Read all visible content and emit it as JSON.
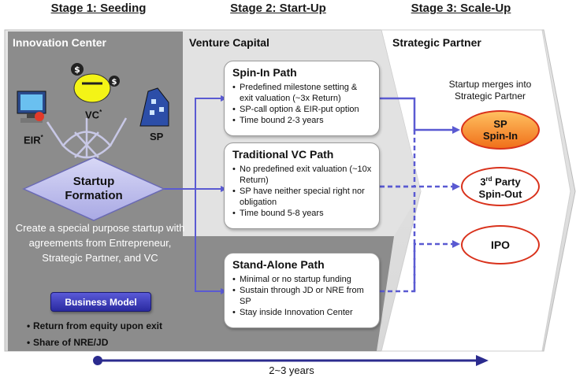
{
  "stages": [
    {
      "title": "Stage 1: Seeding"
    },
    {
      "title": "Stage 2: Start-Up"
    },
    {
      "title": "Stage 3: Scale-Up"
    }
  ],
  "regions": {
    "innovation_center": "Innovation Center",
    "venture_capital": "Venture Capital",
    "strategic_partner": "Strategic Partner"
  },
  "seeding": {
    "icons": {
      "eir": {
        "label": "EIR",
        "sup": "*",
        "icon": "computer-worker-icon"
      },
      "vc": {
        "label": "VC",
        "sup": "*",
        "icon": "money-bag-investor-icon"
      },
      "sp": {
        "label": "SP",
        "icon": "corporate-building-icon"
      }
    },
    "formation": {
      "line1": "Startup",
      "line2": "Formation"
    },
    "description": "Create a special purpose startup with agreements from Entrepreneur, Strategic Partner, and VC",
    "business_model_label": "Business Model",
    "bullets": [
      "Return from equity upon exit",
      "Share of NRE/JD"
    ]
  },
  "paths": [
    {
      "title": "Spin-In Path",
      "bullets": [
        "Predefined milestone setting & exit valuation (~3x Return)",
        "SP-call option & EIR-put option",
        "Time bound 2-3 years"
      ]
    },
    {
      "title": "Traditional VC Path",
      "bullets": [
        "No predefined exit valuation (~10x Return)",
        "SP have neither special right nor obligation",
        "Time bound 5-8 years"
      ]
    },
    {
      "title": "Stand-Alone Path",
      "bullets": [
        "Minimal or no startup funding",
        "Sustain through JD or NRE from SP",
        "Stay inside Innovation Center"
      ]
    }
  ],
  "outcomes": {
    "note": "Startup merges into Strategic Partner",
    "sp_spin_in": {
      "line1": "SP",
      "line2": "Spin-In"
    },
    "third_party": {
      "num": "3",
      "sup": "rd",
      "rest": " Party",
      "line2": "Spin-Out"
    },
    "ipo": "IPO"
  },
  "timeline": {
    "label": "2~3 years"
  },
  "colors": {
    "accent_blue": "#5a5ad2",
    "dark_blue": "#2b2b8e",
    "sp_orange": "#f57c2a",
    "oval_red": "#d9321c",
    "formation_purple": "#c4c4ee"
  }
}
